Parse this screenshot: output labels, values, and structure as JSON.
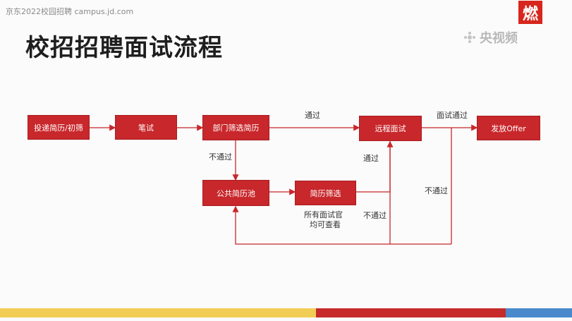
{
  "header": {
    "small_text": "京东2022校园招聘 campus.jd.com",
    "title": "校招招聘面试流程"
  },
  "brand": {
    "badge": "燃",
    "cctv": "央视频"
  },
  "flow": {
    "nodes": {
      "submit": "投递简历/初筛",
      "written": "笔试",
      "dept_screen": "部门筛选简历",
      "remote": "远程面试",
      "offer": "发放Offer",
      "pool": "公共简历池",
      "resume_screen": "简历筛选"
    },
    "labels": {
      "pass_top": "通过",
      "fail_left": "不通过",
      "pass_mid": "通过",
      "interview_pass": "面试通过",
      "fail_right": "不通过",
      "fail_mid": "不通过",
      "note_line1": "所有面试官",
      "note_line2": "均可查看"
    }
  },
  "colors": {
    "box": "#c8272b",
    "line": "#c8272b",
    "bar_yellow": "#f2cd55",
    "bar_red": "#c62a2a",
    "bar_blue": "#4a89cc"
  }
}
